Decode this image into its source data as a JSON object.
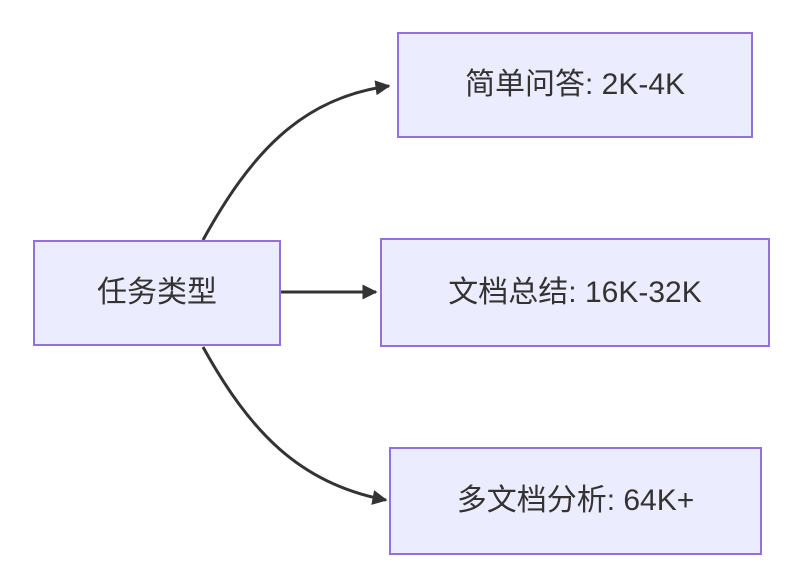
{
  "diagram": {
    "type": "flowchart",
    "direction": "left-to-right",
    "root_node": {
      "label": "任务类型"
    },
    "branch_nodes": [
      {
        "label": "简单问答: 2K-4K"
      },
      {
        "label": "文档总结: 16K-32K"
      },
      {
        "label": "多文档分析: 64K+"
      }
    ],
    "edges": [
      {
        "from": "任务类型",
        "to": "简单问答: 2K-4K"
      },
      {
        "from": "任务类型",
        "to": "文档总结: 16K-32K"
      },
      {
        "from": "任务类型",
        "to": "多文档分析: 64K+"
      }
    ],
    "colors": {
      "node_fill": "#ECECFF",
      "node_border": "#9370DB",
      "edge": "#333333",
      "text": "#333333",
      "background": "#FFFFFF"
    }
  }
}
